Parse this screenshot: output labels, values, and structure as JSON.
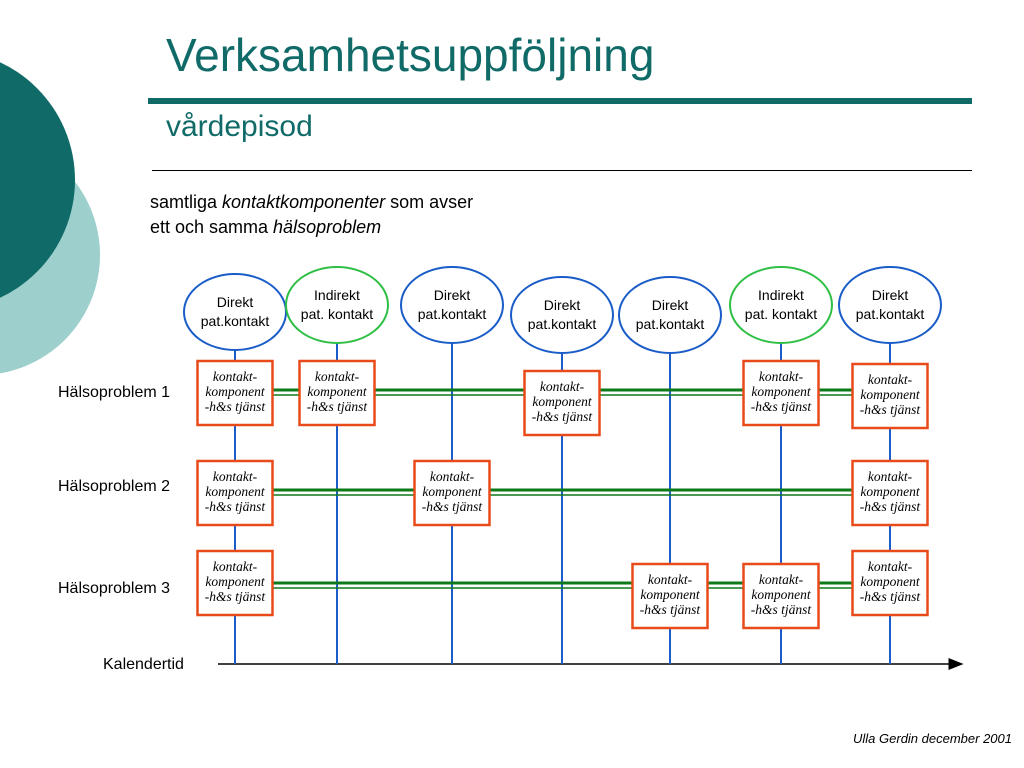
{
  "slide": {
    "title": "Verksamhetsuppföljning",
    "subtitle": "vårdepisod",
    "intro": {
      "line1_pre": "samtliga ",
      "line1_em": "kontaktkomponenter",
      "line1_post": " som avser",
      "line2_pre": "ett och samma ",
      "line2_em": "hälsoproblem"
    },
    "footer": "Ulla Gerdin december 2001"
  },
  "colors": {
    "dark_teal": "#106b68",
    "light_teal": "#9dcfcd",
    "direct_border": "#1a5cc8",
    "indirect_border": "#2fbf45",
    "vline": "#1a5cc8",
    "problem_line": "#0d7a1a",
    "component_border": "#e84a1a"
  },
  "contacts": [
    {
      "type": "direct",
      "line1": "Direkt",
      "line2": "pat.kontakt"
    },
    {
      "type": "indirect",
      "line1": "Indirekt",
      "line2": "pat. kontakt"
    },
    {
      "type": "direct",
      "line1": "Direkt",
      "line2": "pat.kontakt"
    },
    {
      "type": "direct",
      "line1": "Direkt",
      "line2": "pat.kontakt"
    },
    {
      "type": "direct",
      "line1": "Direkt",
      "line2": "pat.kontakt"
    },
    {
      "type": "indirect",
      "line1": "Indirekt",
      "line2": "pat. kontakt"
    },
    {
      "type": "direct",
      "line1": "Direkt",
      "line2": "pat.kontakt"
    }
  ],
  "problems": [
    {
      "label": "Hälsoproblem 1",
      "contact_indices": [
        0,
        1,
        3,
        5,
        6
      ]
    },
    {
      "label": "Hälsoproblem 2",
      "contact_indices": [
        0,
        2,
        6
      ]
    },
    {
      "label": "Hälsoproblem 3",
      "contact_indices": [
        0,
        4,
        5,
        6
      ]
    }
  ],
  "component": {
    "line1": "kontakt-",
    "line2": "komponent",
    "line3": "-h&s tjänst"
  },
  "timeline_label": "Kalendertid"
}
